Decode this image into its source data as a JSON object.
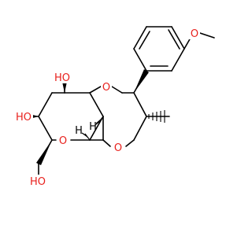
{
  "molecule": {
    "atom_labels": {
      "ho_left": "HO",
      "ho_top": "HO",
      "ring_o_left": "O",
      "ring_o_top": "O",
      "ring_o_bottom": "O",
      "methoxy_o": "O",
      "hydroxymethyl_o": "HO",
      "h_top": "H",
      "h_bottom": "H"
    },
    "colors": {
      "oxygen": "#e8201c",
      "bond": "#000000",
      "background": "#ffffff"
    }
  }
}
